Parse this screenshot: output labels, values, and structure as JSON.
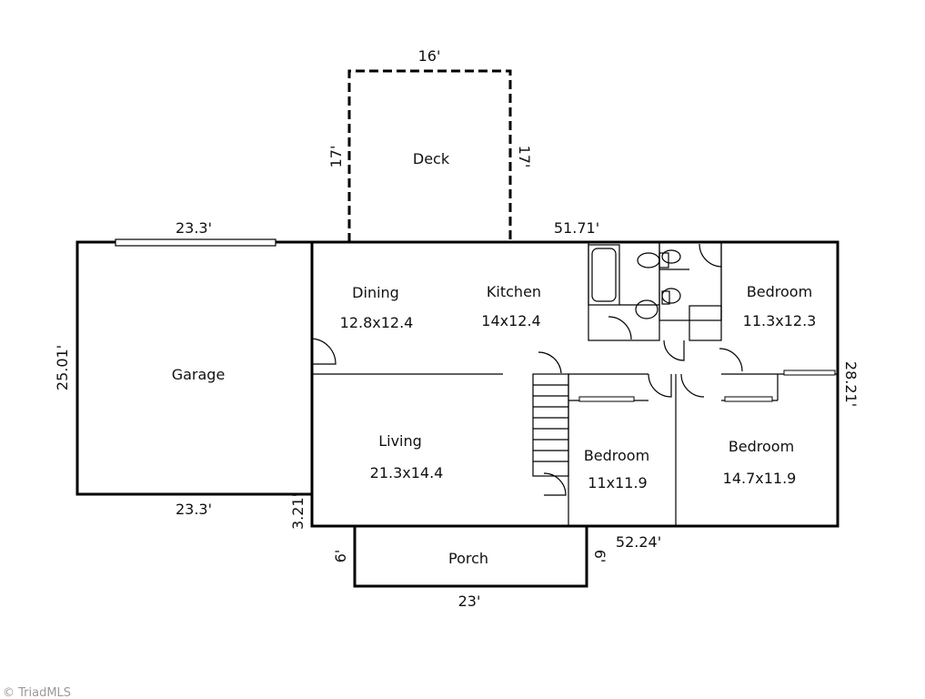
{
  "rooms": {
    "deck": {
      "name": "Deck",
      "width": "16'",
      "depth_left": "17'",
      "depth_right": "17'"
    },
    "garage": {
      "name": "Garage",
      "top_width": "23.3'",
      "bottom_width": "23.3'",
      "depth": "25.01'"
    },
    "dining": {
      "name": "Dining",
      "size": "12.8x12.4"
    },
    "kitchen": {
      "name": "Kitchen",
      "size": "14x12.4"
    },
    "living": {
      "name": "Living",
      "size": "21.3x14.4"
    },
    "bedroom_ne": {
      "name": "Bedroom",
      "size": "11.3x12.3"
    },
    "bedroom_mid": {
      "name": "Bedroom",
      "size": "11x11.9"
    },
    "bedroom_se": {
      "name": "Bedroom",
      "size": "14.7x11.9"
    },
    "porch": {
      "name": "Porch",
      "width": "23'",
      "depth_left": "6'",
      "depth_right": "6'"
    }
  },
  "house": {
    "top_width": "51.71'",
    "bottom_width": "52.24'",
    "depth": "28.21'",
    "offset": "3.21'"
  },
  "watermark": "© TriadMLS"
}
